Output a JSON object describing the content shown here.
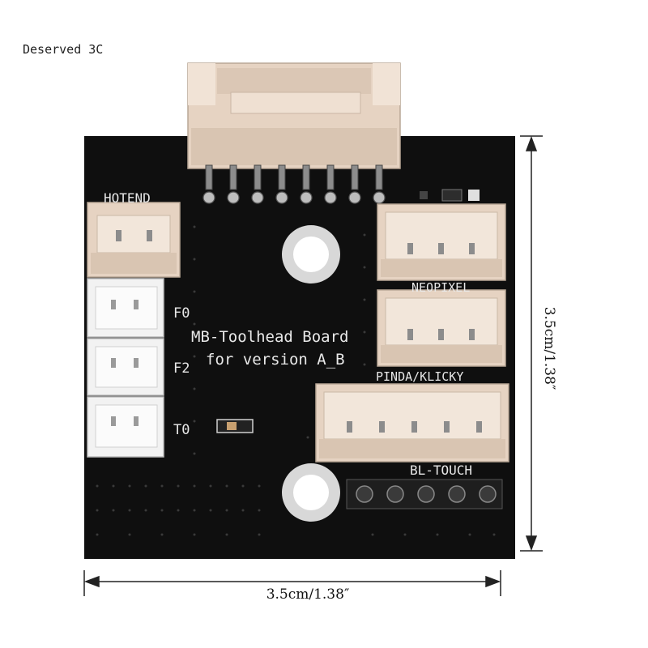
{
  "watermark": "Deserved 3C",
  "board": {
    "title_line1": "MB-Toolhead Board",
    "title_line2": "for version A_B",
    "labels": {
      "hotend": "HOTEND",
      "f0": "F0",
      "f2": "F2",
      "t0": "T0",
      "neopixel": "NEOPIXEL",
      "pinda": "PINDA/KLICKY",
      "bltouch": "BL-TOUCH"
    }
  },
  "dimensions": {
    "width": "3.5cm/1.38″",
    "height": "3.5cm/1.38″"
  },
  "colors": {
    "pcb": "#0f0f0f",
    "connector": "#e6d3c2",
    "connector_white": "#f2f2f2",
    "silk": "#e8e8e8"
  }
}
